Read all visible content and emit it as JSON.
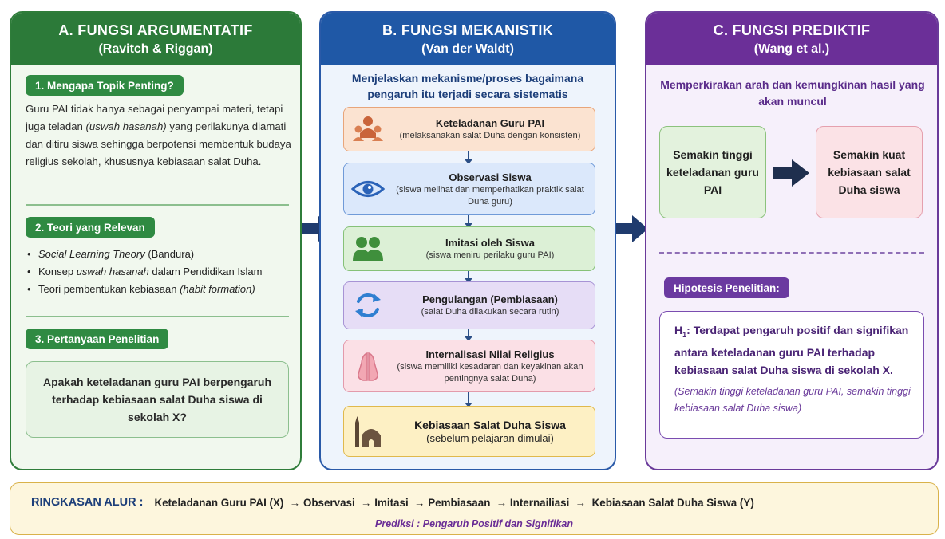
{
  "panel_a": {
    "title": "A. FUNGSI ARGUMENTATIF",
    "subtitle": "(Ravitch & Riggan)",
    "section1_label": "1. Mengapa Topik Penting?",
    "section1_text_1": "Guru PAI tidak hanya sebagai penyampai materi, tetapi juga teladan ",
    "section1_text_italic": "(uswah hasanah)",
    "section1_text_2": " yang perilakunya diamati dan ditiru siswa sehingga berpotensi membentuk budaya religius sekolah, khususnya kebiasaan salat Duha.",
    "section2_label": "2. Teori yang Relevan",
    "bullet1_italic": "Social Learning Theory",
    "bullet1_rest": " (Bandura)",
    "bullet2_pre": "Konsep ",
    "bullet2_italic": "uswah hasanah",
    "bullet2_rest": " dalam Pendidikan Islam",
    "bullet3_pre": "Teori pembentukan kebiasaan ",
    "bullet3_italic": "(habit formation)",
    "section3_label": "3. Pertanyaan Penelitian",
    "question": "Apakah keteladanan guru PAI berpengaruh terhadap kebiasaan salat Duha siswa di sekolah X?"
  },
  "panel_b": {
    "title": "B. FUNGSI MEKANISTIK",
    "subtitle": "(Van der Waldt)",
    "intro": "Menjelaskan mekanisme/proses bagaimana pengaruh itu terjadi secara sistematis",
    "steps": [
      {
        "title": "Keteladanan Guru PAI",
        "desc": "(melaksanakan salat Duha dengan konsisten)",
        "icon": "people-group-icon"
      },
      {
        "title": "Observasi Siswa",
        "desc": "(siswa melihat dan memperhatikan praktik salat Duha guru)",
        "icon": "eye-icon"
      },
      {
        "title": "Imitasi oleh Siswa",
        "desc": "(siswa meniru perilaku guru PAI)",
        "icon": "users-icon"
      },
      {
        "title": "Pengulangan (Pembiasaan)",
        "desc": "(salat Duha dilakukan secara rutin)",
        "icon": "refresh-icon"
      },
      {
        "title": "Internalisasi Nilai Religius",
        "desc": "(siswa memiliki kesadaran dan keyakinan akan pentingnya salat Duha)",
        "icon": "praying-hands-icon"
      },
      {
        "title": "Kebiasaan Salat Duha Siswa",
        "desc": "(sebelum pelajaran dimulai)",
        "icon": "mosque-icon"
      }
    ]
  },
  "panel_c": {
    "title": "C. FUNGSI PREDIKTIF",
    "subtitle": "(Wang et al.)",
    "intro": "Memperkirakan arah dan kemungkinan hasil yang akan muncul",
    "box_left": "Semakin tinggi keteladanan guru PAI",
    "box_right": "Semakin kuat kebiasaan salat Duha siswa",
    "hyp_label": "Hipotesis Penelitian:",
    "hyp_prefix": "H",
    "hyp_sub": "1",
    "hyp_text": ": Terdapat pengaruh positif dan signifikan antara keteladanan guru PAI terhadap kebiasaan salat Duha siswa di sekolah X.",
    "hyp_note": "(Semakin tinggi keteladanan guru PAI, semakin tinggi kebiasaan salat Duha siswa)"
  },
  "summary": {
    "label": "RINGKASAN ALUR :",
    "flow": "Keteladanan Guru PAI (X)  → Observasi  → Imitasi  → Pembiasaan  → Internailiasi  →  Kebiasaan Salat Duha Siswa (Y)",
    "prediction": "Prediksi : Pengaruh Positif dan Signifikan"
  },
  "colors": {
    "green": "#2c7a39",
    "blue": "#1f58a6",
    "purple": "#6b2f98",
    "arrow": "#1f3b6e"
  }
}
